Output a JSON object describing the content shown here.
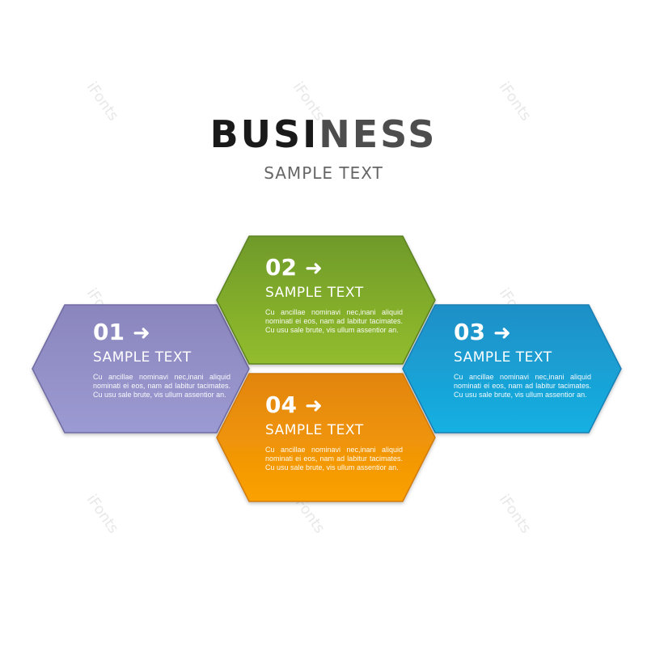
{
  "header": {
    "title_part1": "BUSI",
    "title_part2": "NESS",
    "subtitle": "SAMPLE TEXT"
  },
  "watermark": "iFonts",
  "items": [
    {
      "number": "01",
      "arrow": "➜",
      "title": "SAMPLE TEXT",
      "body": "Cu ancillae nominavi nec,inani aliquid nominati ei eos, nam ad labitur tacimates. Cu usu sale brute, vis ullum assentior an.",
      "color_top": "#8a86bd",
      "color_bottom": "#9c9ad2"
    },
    {
      "number": "02",
      "arrow": "➜",
      "title": "SAMPLE TEXT",
      "body": "Cu ancillae nominavi nec,inani aliquid nominati ei eos, nam ad labitur tacimates. Cu usu sale brute, vis ullum assentior an.",
      "color_top": "#6f9a2a",
      "color_bottom": "#93bd2d"
    },
    {
      "number": "03",
      "arrow": "➜",
      "title": "SAMPLE TEXT",
      "body": "Cu ancillae nominavi nec,inani aliquid nominati ei eos, nam ad labitur tacimates. Cu usu sale brute, vis ullum assentior an.",
      "color_top": "#1e8fc6",
      "color_bottom": "#16b0e2"
    },
    {
      "number": "04",
      "arrow": "➜",
      "title": "SAMPLE TEXT",
      "body": "Cu ancillae nominavi nec,inani aliquid nominati ei eos, nam ad labitur tacimates. Cu usu sale brute, vis ullum assentior an.",
      "color_top": "#e2850d",
      "color_bottom": "#fba102"
    }
  ]
}
